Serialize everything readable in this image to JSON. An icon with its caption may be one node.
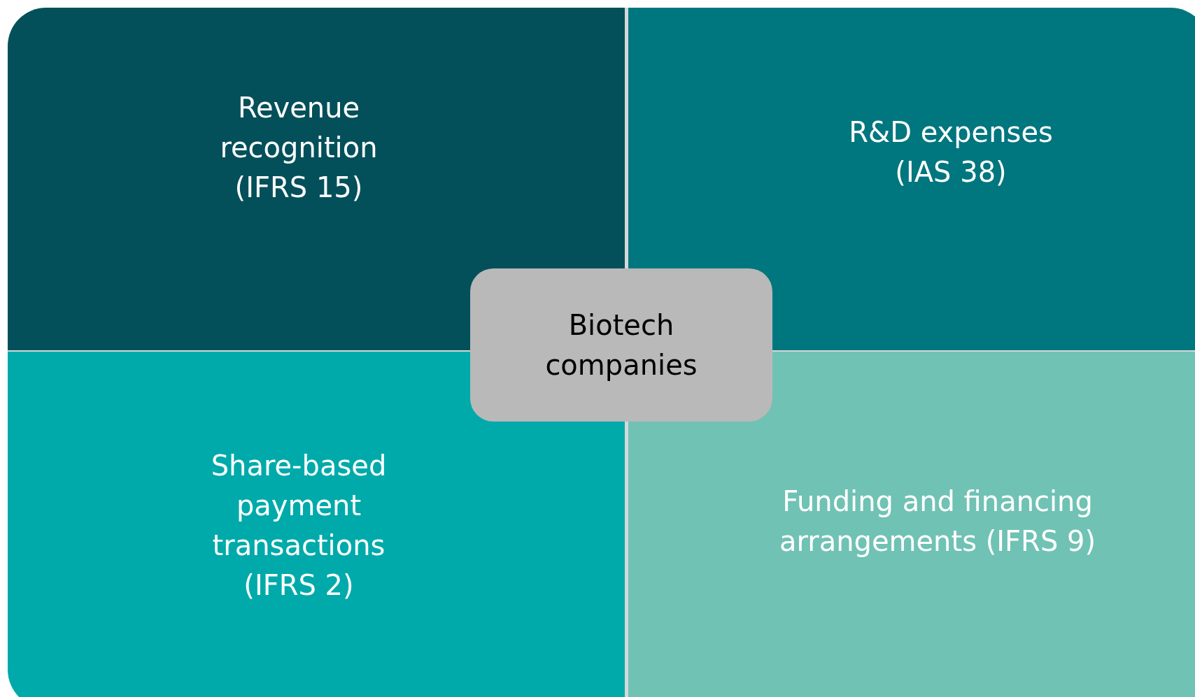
{
  "diagram": {
    "nodes": [
      {
        "text": [
          "Revenue recognition (IFRS 15)"
        ]
      },
      {
        "text": [
          "R&D expenses (IAS 38)"
        ]
      },
      {
        "text": [
          "Share-based payment transactions (IFRS 2)"
        ]
      },
      {
        "text": [
          "Funding and financing arrangements (IFRS 9)"
        ]
      },
      {
        "text": [
          "Biotech companies"
        ]
      }
    ]
  }
}
